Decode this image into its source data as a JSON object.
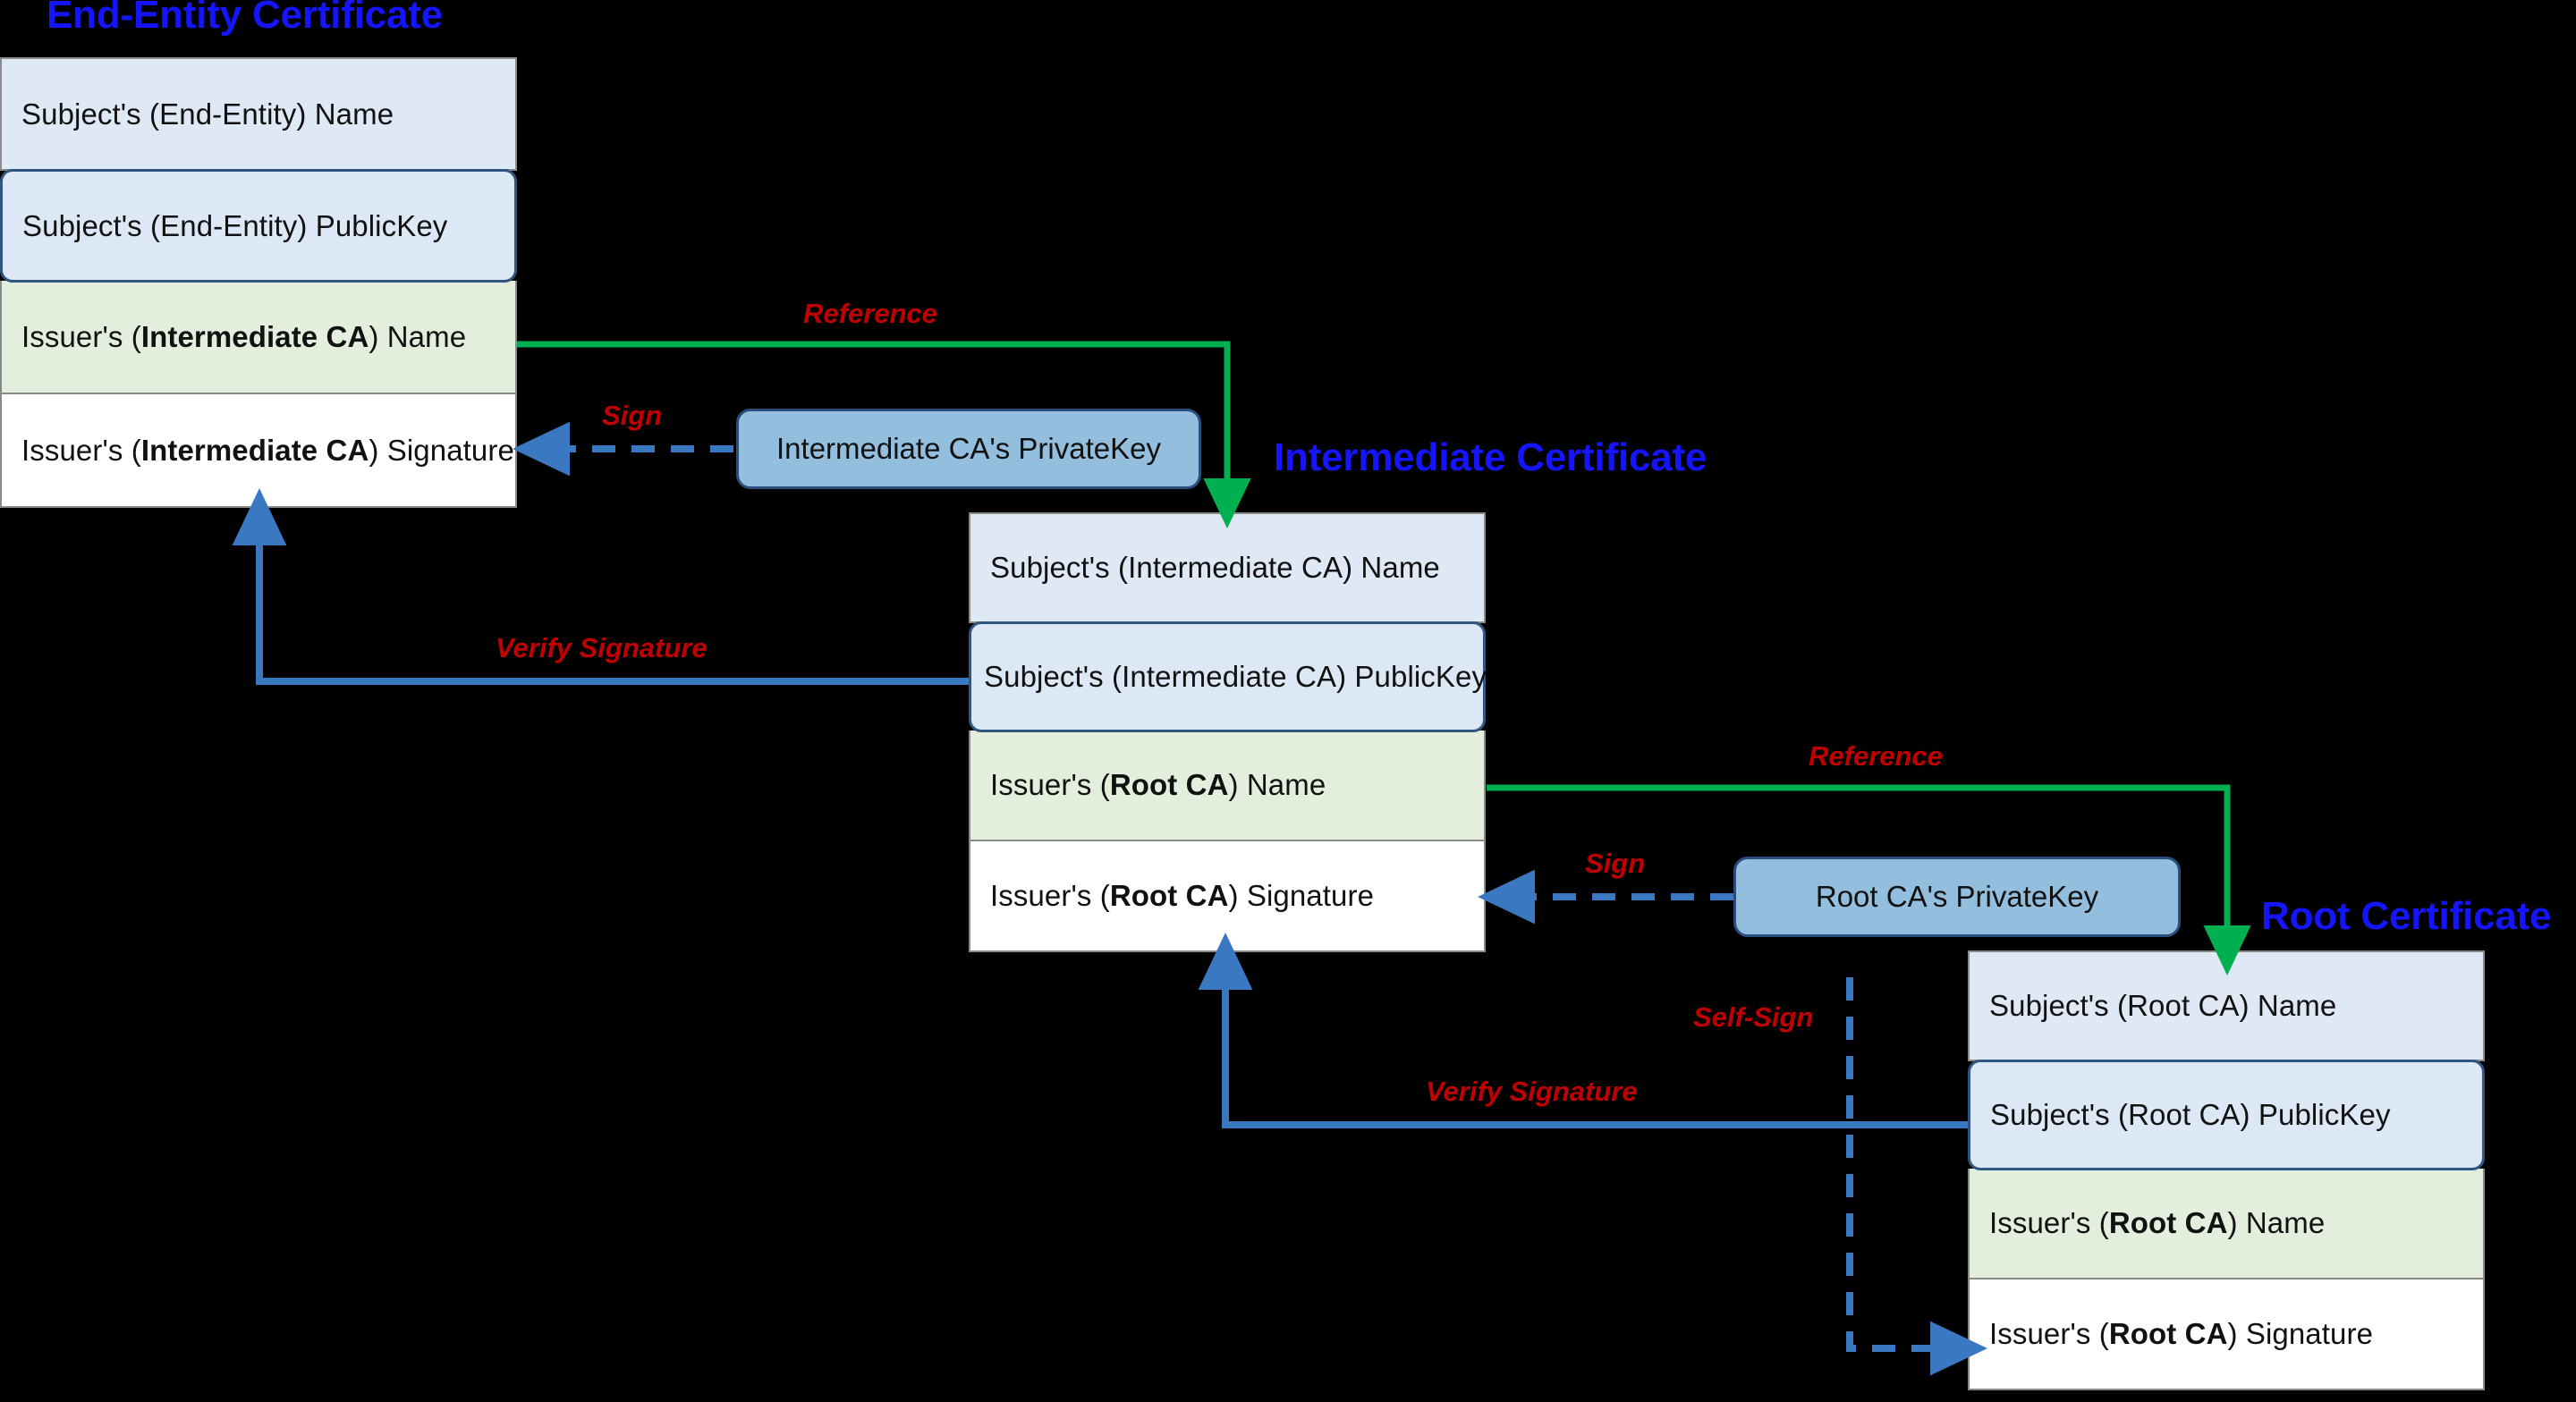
{
  "diagram": {
    "background": "#000000",
    "title_color": "#1414ff",
    "label_color": "#c00000",
    "reference_color": "#00b050",
    "sign_color": "#3b78c2"
  },
  "certificates": [
    {
      "id": "end-entity",
      "title": "End-Entity Certificate",
      "rows": [
        {
          "kind": "name",
          "text": "Subject's (End-Entity) Name"
        },
        {
          "kind": "pubkey",
          "text": "Subject's (End-Entity) PublicKey"
        },
        {
          "kind": "issuer",
          "prefix": "Issuer's (",
          "strong": "Intermediate CA",
          "suffix": ") Name"
        },
        {
          "kind": "signature",
          "prefix": "Issuer's (",
          "strong": "Intermediate CA",
          "suffix": ") Signature"
        }
      ]
    },
    {
      "id": "intermediate",
      "title": "Intermediate Certificate",
      "rows": [
        {
          "kind": "name",
          "text": "Subject's (Intermediate CA) Name"
        },
        {
          "kind": "pubkey",
          "text": "Subject's (Intermediate CA) PublicKey"
        },
        {
          "kind": "issuer",
          "prefix": "Issuer's (",
          "strong": "Root CA",
          "suffix": ") Name"
        },
        {
          "kind": "signature",
          "prefix": "Issuer's (",
          "strong": "Root CA",
          "suffix": ") Signature"
        }
      ]
    },
    {
      "id": "root",
      "title": "Root Certificate",
      "rows": [
        {
          "kind": "name",
          "text": "Subject's (Root CA) Name"
        },
        {
          "kind": "pubkey",
          "text": "Subject's (Root CA) PublicKey"
        },
        {
          "kind": "issuer",
          "prefix": "Issuer's (",
          "strong": "Root CA",
          "suffix": ") Name"
        },
        {
          "kind": "signature",
          "prefix": "Issuer's (",
          "strong": "Root CA",
          "suffix": ") Signature"
        }
      ]
    }
  ],
  "keys": [
    {
      "id": "intermediate-privatekey",
      "label": "Intermediate CA's PrivateKey"
    },
    {
      "id": "root-privatekey",
      "label": "Root CA's PrivateKey"
    }
  ],
  "edges": [
    {
      "id": "reference-ee-to-intermediate",
      "label": "Reference",
      "style": "solid-green"
    },
    {
      "id": "sign-intermediate-to-ee",
      "label": "Sign",
      "style": "dashed-blue"
    },
    {
      "id": "verify-intermediate-to-ee",
      "label": "Verify Signature",
      "style": "solid-blue"
    },
    {
      "id": "reference-intermediate-to-root",
      "label": "Reference",
      "style": "solid-green"
    },
    {
      "id": "sign-root-to-intermediate",
      "label": "Sign",
      "style": "dashed-blue"
    },
    {
      "id": "verify-root-to-intermediate",
      "label": "Verify Signature",
      "style": "solid-blue"
    },
    {
      "id": "self-sign-root",
      "label": "Self-Sign",
      "style": "dashed-blue"
    }
  ]
}
